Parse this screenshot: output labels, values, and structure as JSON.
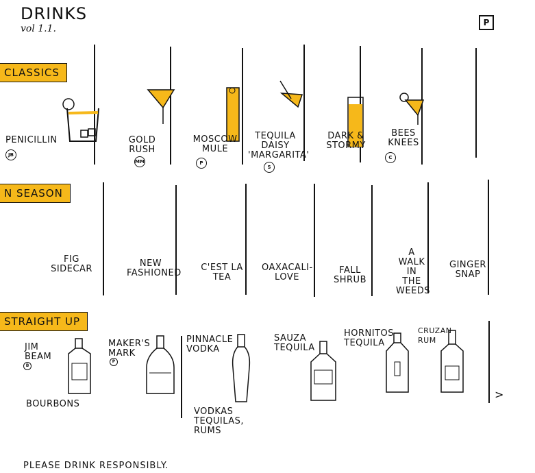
{
  "header": {
    "title": "DRINKS",
    "volume": "vol 1.1.",
    "page_marker": "P"
  },
  "colors": {
    "accent": "#f6b81a",
    "ink": "#111111"
  },
  "sections": {
    "classics": {
      "tag": "CLASSICS",
      "items": [
        {
          "name": "PENICILLIN",
          "badge": "JB",
          "icon": "rocks-glass-icon"
        },
        {
          "name": "GOLD RUSH",
          "badge": "MM",
          "icon": "coupe-glass-icon"
        },
        {
          "name": "MOSCOW MULE",
          "badge": "P",
          "icon": "tall-glass-icon"
        },
        {
          "name": "TEQUILA DAISY 'MARGARITA'",
          "badge": "S",
          "icon": "cocktail-glass-icon"
        },
        {
          "name": "DARK & STORMY",
          "badge": "",
          "icon": "highball-glass-icon"
        },
        {
          "name": "BEES KNEES",
          "badge": "C",
          "icon": "martini-glass-icon"
        }
      ]
    },
    "in_season": {
      "tag": "N SEASON",
      "items": [
        {
          "name": "FIG SIDECAR"
        },
        {
          "name": "NEW FASHIONED"
        },
        {
          "name": "C'EST LA TEA"
        },
        {
          "name": "OAXACALI-LOVE"
        },
        {
          "name": "FALL SHRUB"
        },
        {
          "name": "A WALK IN THE WEEDS"
        },
        {
          "name": "GINGER SNAP"
        }
      ]
    },
    "straight_up": {
      "tag": "STRAIGHT UP",
      "items": [
        {
          "name": "JIM BEAM",
          "badge": "B"
        },
        {
          "name": "MAKER'S MARK",
          "badge": "P"
        },
        {
          "name": "PINNACLE VODKA"
        },
        {
          "name": "SAUZA TEQUILA"
        },
        {
          "name": "HORNITOS TEQUILA"
        },
        {
          "name": "CRUZAN RUM"
        }
      ],
      "group_bourbons": "BOURBONS",
      "group_vodkas": "VODKAS TEQUILAS, RUMS",
      "more_arrow": ">"
    }
  },
  "footer": {
    "notice": "PLEASE DRINK RESPONSIBLY."
  }
}
